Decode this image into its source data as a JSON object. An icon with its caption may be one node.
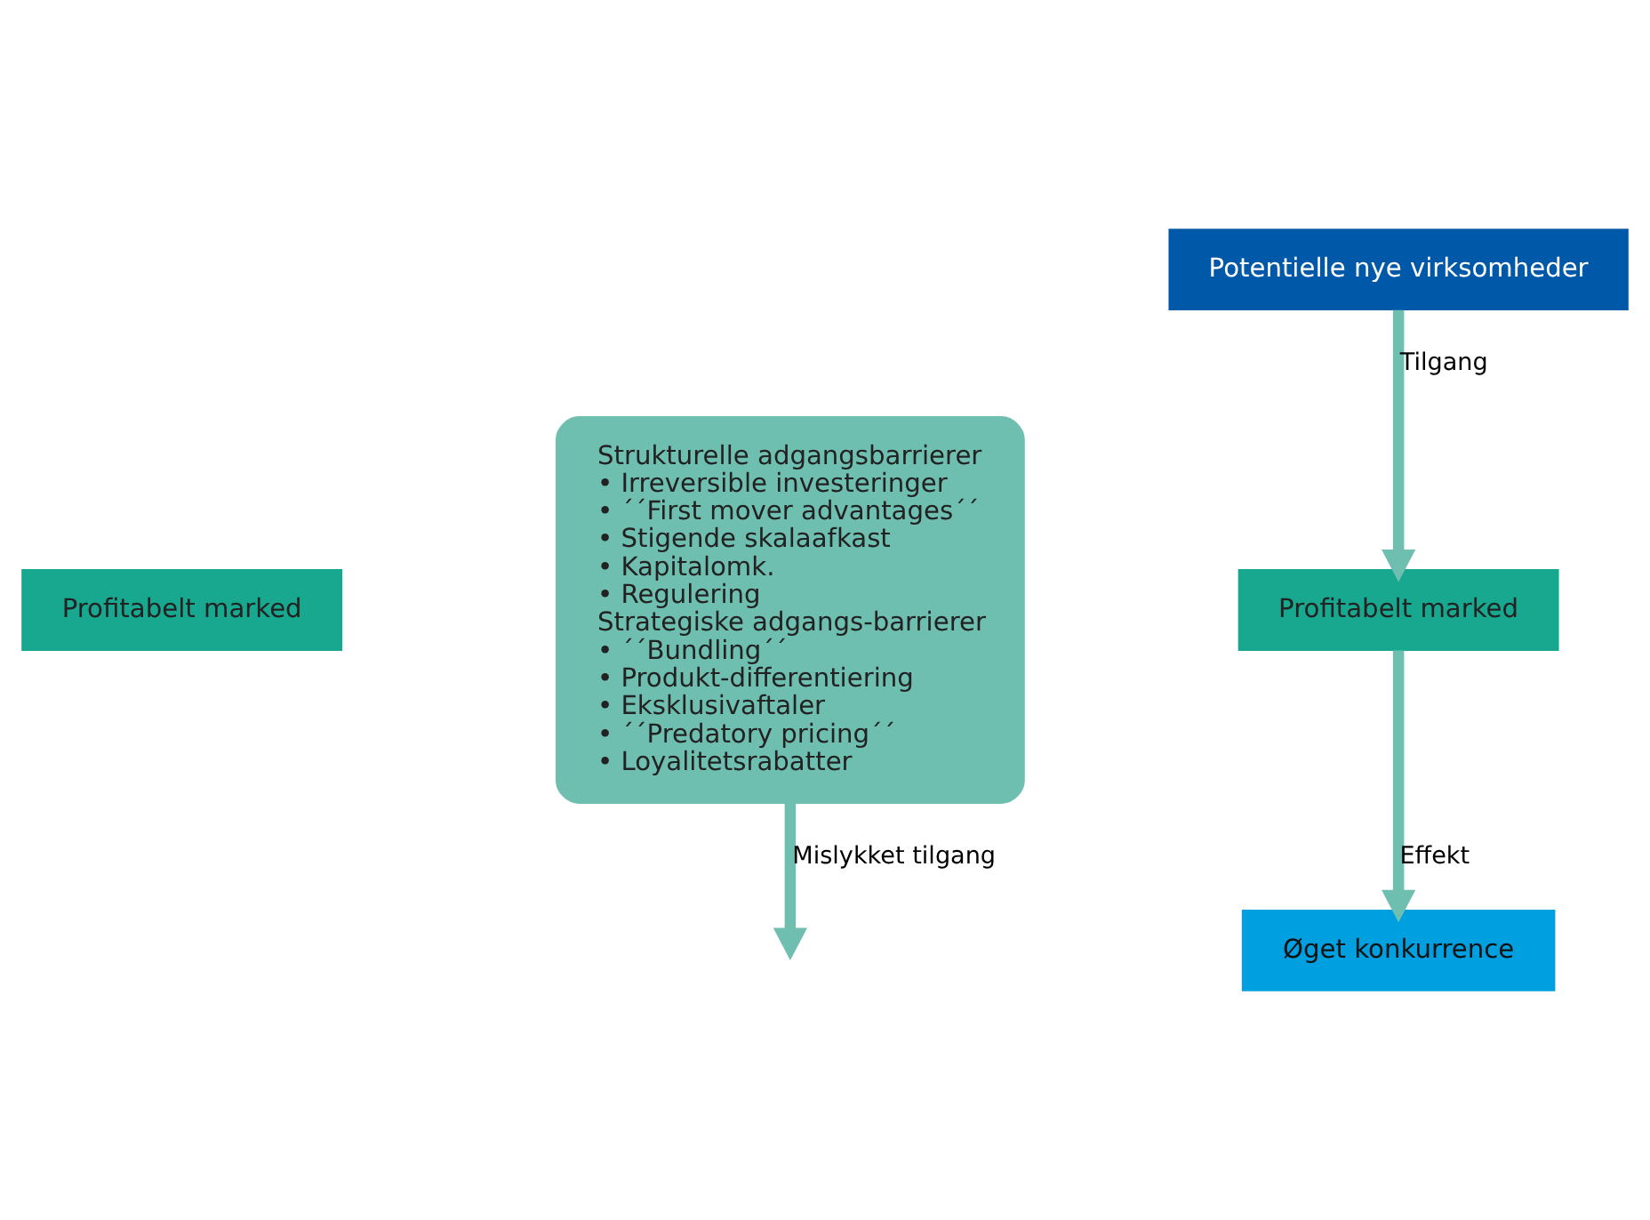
{
  "diagram": {
    "nodes": [
      {
        "text": [
          "Profitabelt marked"
        ]
      },
      {
        "text": [
          "Strukturelle adgangsbarrierer",
          "• Irreversible investeringer",
          "• ´´First mover advantages´´",
          "• Stigende skalaafkast",
          "• Kapitalomk.",
          "• Regulering",
          "Strategiske adgangs-barrierer",
          "• ´´Bundling´´",
          "• Produkt-differentiering",
          "• Eksklusivaftaler",
          "• ´´Predatory pricing´´",
          "• Loyalitetsrabatter"
        ]
      },
      {
        "text": [
          "Potentielle nye virksomheder"
        ]
      },
      {
        "text": [
          "Profitabelt marked"
        ]
      },
      {
        "text": [
          "Øget konkurrence"
        ]
      }
    ],
    "edges": [
      {
        "from": 1,
        "to": null,
        "arrow": "to",
        "label": "Mislykket tilgang"
      },
      {
        "from": 2,
        "to": 3,
        "arrow": "to",
        "label": "Tilgang"
      },
      {
        "from": 3,
        "to": 4,
        "arrow": "to",
        "label": "Effekt"
      }
    ]
  }
}
